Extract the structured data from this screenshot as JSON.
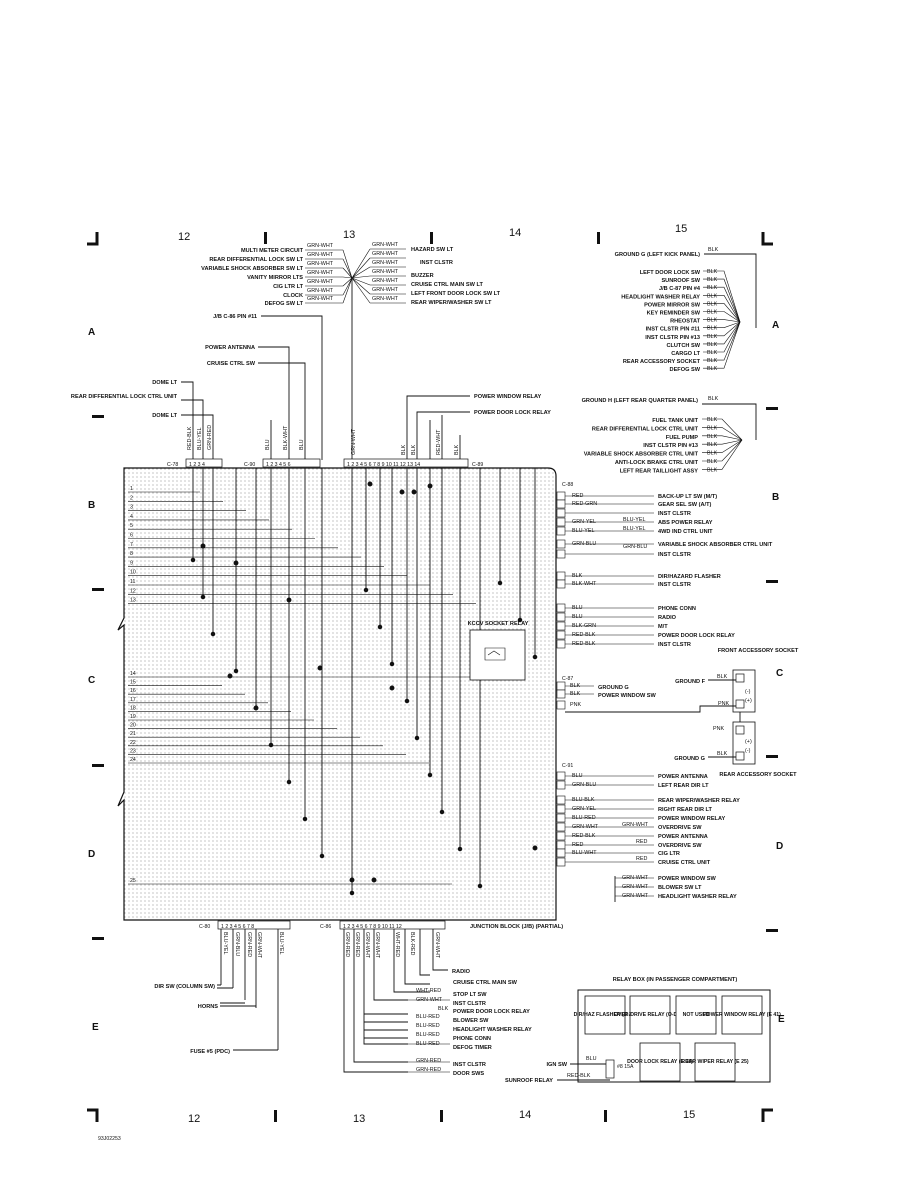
{
  "zone_columns": [
    "12",
    "13",
    "14",
    "15"
  ],
  "zone_rows": [
    "A",
    "B",
    "C",
    "D",
    "E"
  ],
  "top_left_labels": [
    {
      "name": "MULTI METER CIRCUIT",
      "wire": "GRN-WHT"
    },
    {
      "name": "REAR DIFFERENTIAL LOCK SW LT",
      "wire": "GRN-WHT"
    },
    {
      "name": "VARIABLE SHOCK ABSORBER SW LT",
      "wire": "GRN-WHT"
    },
    {
      "name": "VANITY MIRROR LTS",
      "wire": "GRN-WHT"
    },
    {
      "name": "CIG LTR LT",
      "wire": "GRN-WHT"
    },
    {
      "name": "CLOCK",
      "wire": "GRN-WHT"
    },
    {
      "name": "DEFOG SW LT",
      "wire": "GRN-WHT"
    }
  ],
  "top_right_labels": [
    {
      "name": "HAZARD SW LT",
      "wire": "GRN-WHT"
    },
    {
      "name": "INST CLSTR",
      "wire": "GRN-WHT"
    },
    {
      "name": "",
      "wire": "GRN-WHT"
    },
    {
      "name": "BUZZER",
      "wire": "GRN-WHT"
    },
    {
      "name": "CRUISE CTRL MAIN SW LT",
      "wire": "GRN-WHT"
    },
    {
      "name": "LEFT FRONT DOOR LOCK SW LT",
      "wire": "GRN-WHT"
    },
    {
      "name": "REAR WIPER/WASHER SW LT",
      "wire": "GRN-WHT"
    }
  ],
  "jb_ref": "J/B C-86 PIN #11",
  "power_antenna": "POWER ANTENNA",
  "cruise_ctrl_sw": "CRUISE CTRL SW",
  "dome_lt_1": "DOME LT",
  "rear_diff_lock": "REAR DIFFERENTIAL LOCK CTRL UNIT",
  "dome_lt_2": "DOME LT",
  "power_window_relay": "POWER WINDOW RELAY",
  "power_door_lock_relay": "POWER DOOR LOCK RELAY",
  "conn_c78": "C-78",
  "conn_c90": "C-90",
  "conn_c89": "C-89",
  "conn_c88": "C-88",
  "conn_c87": "C-87",
  "conn_c91": "C-91",
  "conn_c80": "C-80",
  "conn_c86": "C-86",
  "c78_wires": [
    "RED-BLK",
    "BLU-YEL",
    "GRN-RED"
  ],
  "c90_wires": [
    "BLU",
    "BLK-WHT",
    "BLU"
  ],
  "c89_wires": [
    "GRN-WHT",
    "BLK",
    "BLK",
    "RED-WHT",
    "BLK"
  ],
  "ground_g_top": {
    "name": "GROUND G (LEFT KICK PANEL)",
    "wire": "BLK"
  },
  "ground_g_list": [
    "LEFT DOOR LOCK SW",
    "SUNROOF SW",
    "J/B C-87 PIN #4",
    "HEADLIGHT WASHER RELAY",
    "POWER MIRROR SW",
    "KEY REMINDER SW",
    "RHEOSTAT",
    "INST CLSTR PIN #11",
    "INST CLSTR PIN #13",
    "CLUTCH SW",
    "CARGO LT",
    "REAR ACCESSORY SOCKET",
    "DEFOG SW"
  ],
  "ground_h_top": {
    "name": "GROUND H (LEFT REAR QUARTER PANEL)",
    "wire": "BLK"
  },
  "ground_h_list": [
    "FUEL TANK UNIT",
    "REAR DIFFERENTIAL LOCK CTRL UNIT",
    "FUEL PUMP",
    "INST CLSTR PIN #13",
    "VARIABLE SHOCK ABSORBER CTRL UNIT",
    "ANTI-LOCK BRAKE CTRL UNIT",
    "LEFT REAR TAILLIGHT ASSY"
  ],
  "blk": "BLK",
  "c88_labels": [
    {
      "name": "BACK-UP LT SW (M/T)",
      "wire": "RED"
    },
    {
      "name": "GEAR SEL SW (A/T)",
      "wire": "RED-GRN"
    },
    {
      "name": "INST CLSTR",
      "wire": ""
    },
    {
      "name": "ABS POWER RELAY",
      "wire": "GRN-YEL"
    },
    {
      "name": "4WD IND CTRL UNIT",
      "wire": "BLU-YEL"
    },
    {
      "name": "VARIABLE SHOCK ABSORBER CTRL UNIT",
      "wire": "GRN-BLU"
    },
    {
      "name": "INST CLSTR",
      "wire": ""
    },
    {
      "name": "DIR/HAZARD FLASHER",
      "wire": "BLK"
    },
    {
      "name": "INST CLSTR",
      "wire": "BLK-WHT"
    },
    {
      "name": "PHONE CONN",
      "wire": "BLU"
    },
    {
      "name": "RADIO",
      "wire": "BLU"
    },
    {
      "name": "M/T",
      "wire": "BLK-GRN"
    },
    {
      "name": "POWER DOOR LOCK RELAY",
      "wire": "RED-BLK"
    },
    {
      "name": "INST CLSTR",
      "wire": "RED-BLK"
    }
  ],
  "blu_yel": "BLU-YEL",
  "grn_blu": "GRN-BLU",
  "kccv_relay": "KCCV SOCKET RELAY",
  "front_socket": "FRONT ACCESSORY SOCKET",
  "rear_socket": "REAR ACCESSORY SOCKET",
  "ground_f": "GROUND F",
  "ground_g_label": "GROUND G",
  "pnk": "PNK",
  "plus": "(+)",
  "minus": "(-)",
  "c87_labels": [
    {
      "name": "GROUND G",
      "wire": "BLK"
    },
    {
      "name": "POWER WINDOW SW",
      "wire": "BLK"
    },
    {
      "name": "",
      "wire": "PNK"
    }
  ],
  "c91_labels": [
    {
      "name": "POWER ANTENNA",
      "wire": "BLU"
    },
    {
      "name": "LEFT REAR DIR LT",
      "wire": "GRN-BLU"
    },
    {
      "name": "REAR WIPER/WASHER RELAY",
      "wire": "BLU-BLK"
    },
    {
      "name": "RIGHT REAR DIR LT",
      "wire": "GRN-YEL"
    },
    {
      "name": "POWER WINDOW RELAY",
      "wire": "BLU-RED"
    },
    {
      "name": "OVERDRIVE SW",
      "wire": "GRN-WHT"
    },
    {
      "name": "POWER ANTENNA",
      "wire": "RED-BLK"
    },
    {
      "name": "OVERDRIVE SW",
      "wire": "RED"
    },
    {
      "name": "CIG LTR",
      "wire": "BLU-WHT"
    },
    {
      "name": "CRUISE CTRL UNIT",
      "wire": ""
    },
    {
      "name": "POWER WINDOW SW",
      "wire": "GRN-WHT"
    },
    {
      "name": "BLOWER SW LT",
      "wire": "GRN-WHT"
    },
    {
      "name": "HEADLIGHT WASHER RELAY",
      "wire": "GRN-WHT"
    }
  ],
  "c91_extra": [
    "GRN-WHT",
    "RED",
    "RED"
  ],
  "left_rows": [
    "1",
    "2",
    "3",
    "4",
    "5",
    "6",
    "7",
    "8",
    "9",
    "10",
    "11",
    "12",
    "13",
    "14",
    "15",
    "16",
    "17",
    "18",
    "19",
    "20",
    "21",
    "22",
    "23",
    "24",
    "25"
  ],
  "junction_block": "JUNCTION BLOCK (J/B) (PARTIAL)",
  "c80_wires": [
    "BLU-YEL",
    "GRN-BLU",
    "GRN-RED",
    "GRN-WHT",
    "BLU-YEL"
  ],
  "c86_wires": [
    "GRN-RED",
    "GRN-RED",
    "GRN-WHT",
    "GRN-WHT",
    "WHT-RED",
    "BLK-RED",
    "GRN-WHT"
  ],
  "dir_sw": "DIR SW (COLUMN SW)",
  "horns": "HORNS",
  "fuse": "FUSE #5 (PDC)",
  "bottom_labels": [
    {
      "name": "RADIO",
      "wire": ""
    },
    {
      "name": "CRUISE CTRL MAIN SW",
      "wire": ""
    },
    {
      "name": "STOP LT SW",
      "wire": "WHT-RED"
    },
    {
      "name": "INST CLSTR",
      "wire": "GRN-WHT"
    },
    {
      "name": "POWER DOOR LOCK RELAY",
      "wire": "BLK"
    },
    {
      "name": "BLOWER SW",
      "wire": "BLU-RED"
    },
    {
      "name": "HEADLIGHT WASHER RELAY",
      "wire": "BLU-RED"
    },
    {
      "name": "PHONE CONN",
      "wire": "BLU-RED"
    },
    {
      "name": "DEFOG TIMER",
      "wire": "BLU-RED"
    },
    {
      "name": "INST CLSTR",
      "wire": "GRN-RED"
    },
    {
      "name": "DOOR SWS",
      "wire": "GRN-RED"
    }
  ],
  "relay_box_title": "RELAY BOX (IN PASSENGER COMPARTMENT)",
  "relays": [
    "DIR/HAZ FLASHER (D 20)",
    "OVER-DRIVE RELAY (O-D 20)",
    "NOT USED",
    "POWER WINDOW RELAY (E 41)",
    "DOOR LOCK RELAY (E 38)",
    "REAR WIPER RELAY (E 25)"
  ],
  "ign_sw": "IGN SW",
  "sunroof_relay": "SUNROOF RELAY",
  "blu": "BLU",
  "red_blk": "RED-BLK",
  "fuse_15a": "#8 15A",
  "doc_id": "93J02253"
}
